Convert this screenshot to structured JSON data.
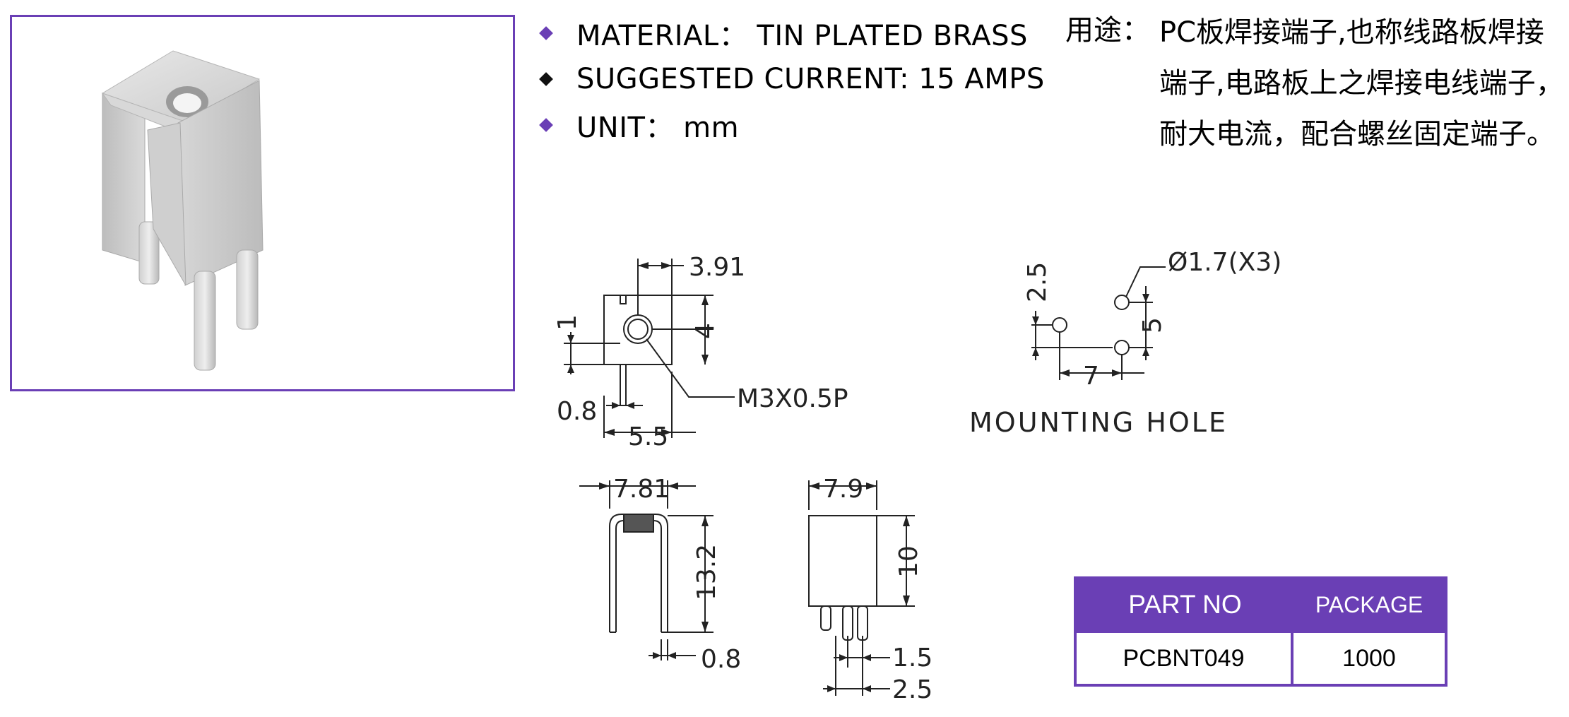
{
  "specs": [
    {
      "text": "MATERIAL： TIN PLATED BRASS",
      "bullet_color": "#6a3fb5"
    },
    {
      "text": "SUGGESTED CURRENT: 15 AMPS",
      "bullet_color": "#111111"
    },
    {
      "text": "UNIT： mm",
      "bullet_color": "#6a3fb5"
    }
  ],
  "usage": {
    "label": "用途：",
    "text": "PC板焊接端子,也称线路板焊接端子,电路板上之焊接电线端子，耐大电流，配合螺丝固定端子。"
  },
  "drawing_top": {
    "d1": "3.91",
    "d2": "1",
    "d3": "4",
    "d4": "0.8",
    "d5": "5.5",
    "thread": "M3X0.5P"
  },
  "drawing_front": {
    "d1": "7.81",
    "d2": "13.2",
    "d3": "0.8"
  },
  "drawing_side": {
    "d1": "7.9",
    "d2": "10",
    "d3": "1.5",
    "d4": "2.5"
  },
  "mounting": {
    "hole": "Ø1.7(X3)",
    "d1": "2.5",
    "d2": "5",
    "d3": "7",
    "label": "MOUNTING  HOLE"
  },
  "table": {
    "headers": [
      "PART NO",
      "PACKAGE"
    ],
    "rows": [
      [
        "PCBNT049",
        "1000"
      ]
    ]
  },
  "colors": {
    "accent": "#6a3fb5"
  }
}
